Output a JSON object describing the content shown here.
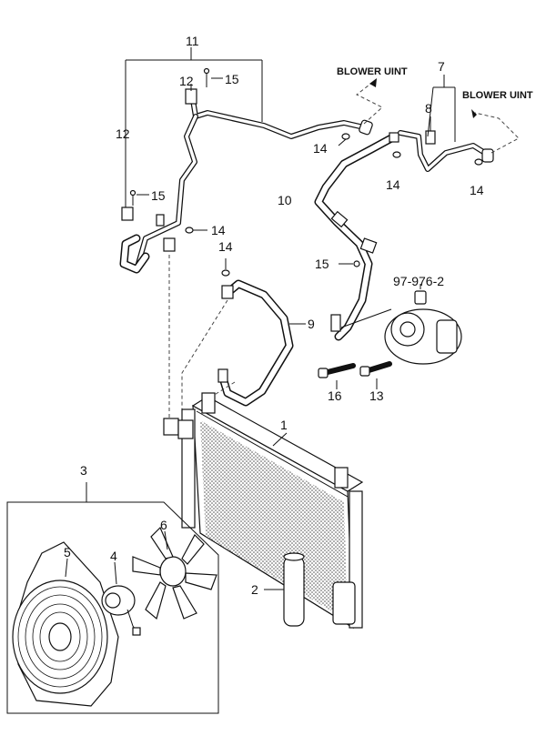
{
  "labels": {
    "l1": "1",
    "l2": "2",
    "l3": "3",
    "l4": "4",
    "l5": "5",
    "l6": "6",
    "l7": "7",
    "l8": "8",
    "l9": "9",
    "l10": "10",
    "l11": "11",
    "l12a": "12",
    "l12b": "12",
    "l13": "13",
    "l14a": "14",
    "l14b": "14",
    "l14c": "14",
    "l14d": "14",
    "l14e": "14",
    "l15a": "15",
    "l15b": "15",
    "l15c": "15",
    "l16": "16",
    "ref": "97-976-2"
  },
  "notes": {
    "blower_left": "BLOWER UINT",
    "blower_right": "BLOWER UINT"
  }
}
